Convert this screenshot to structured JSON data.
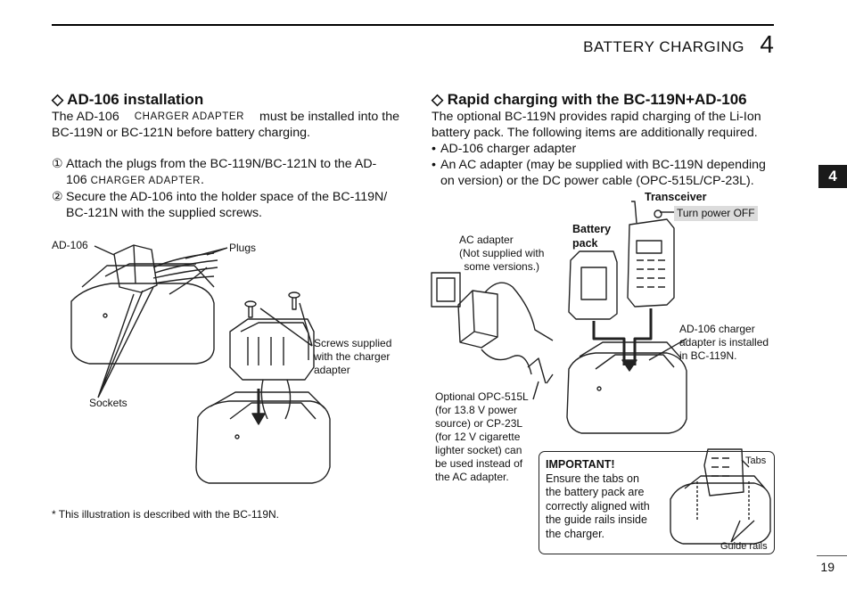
{
  "header": {
    "title": "BATTERY CHARGING",
    "chapter": "4"
  },
  "side_tab": "4",
  "left": {
    "heading": "◇ AD-106 installation",
    "intro_a": "The AD-106 ",
    "intro_sc": "CHARGER ADAPTER",
    "intro_b": " must be installed into the",
    "intro_line2": "BC-119N or BC-121N before battery charging.",
    "step1_num": "①",
    "step1_line1": "Attach the plugs from the BC-119N/BC-121N to the AD-",
    "step1_line2a": "106 ",
    "step1_line2sc": "CHARGER ADAPTER",
    "step1_line2b": ".",
    "step2_num": "②",
    "step2_line1": "Secure the AD-106 into the holder space of the BC-119N/",
    "step2_line2": "BC-121N with the supplied screws.",
    "labels": {
      "ad106": "AD-106",
      "plugs": "Plugs",
      "sockets": "Sockets",
      "screws1": "Screws supplied",
      "screws2": "with the charger",
      "screws3": "adapter"
    },
    "footnote": "* This illustration is described with the BC-119N."
  },
  "right": {
    "heading": "◇ Rapid charging with the BC-119N+AD-106",
    "p1": "The optional BC-119N provides rapid charging of the Li-Ion",
    "p2": "battery pack. The following items are additionally required.",
    "bullet1": "AD-106 charger adapter",
    "bullet2a": "An AC adapter (may be supplied with BC-119N depending",
    "bullet2b": "on version) or the DC power cable (OPC-515L/CP-23L).",
    "labels": {
      "transceiver": "Transceiver",
      "turn_off": "Turn power OFF",
      "battery1": "Battery",
      "battery2": "pack",
      "ac1": "AC adapter",
      "ac2": "(Not supplied with",
      "ac3": "some versions.)",
      "ad1": "AD-106 charger",
      "ad2": "adapter is installed",
      "ad3": "in BC-119N.",
      "opt1": "Optional OPC-515L",
      "opt2": "(for 13.8 V power",
      "opt3": "source) or CP-23L",
      "opt4": "(for 12 V cigarette",
      "opt5": "lighter socket) can",
      "opt6": "be used instead of",
      "opt7": "the AC adapter.",
      "tabs": "Tabs",
      "guide": "Guide rails"
    },
    "important": {
      "title": "IMPORTANT!",
      "l1": "Ensure the tabs on",
      "l2": "the battery pack are",
      "l3": "correctly aligned with",
      "l4": "the guide rails inside",
      "l5": "the charger."
    }
  },
  "page_number": "19"
}
